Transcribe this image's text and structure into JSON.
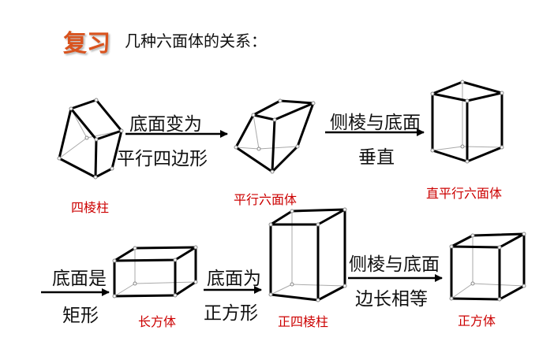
{
  "title": {
    "review": "复习",
    "subtitle": "几种六面体的关系："
  },
  "shapes": {
    "quadrangular_prism": "四棱柱",
    "parallelepiped": "平行六面体",
    "right_parallelepiped": "直平行六面体",
    "cuboid": "长方体",
    "regular_quadrangular_prism": "正四棱柱",
    "cube": "正方体"
  },
  "arrows": {
    "a1_top": "底面变为",
    "a1_bottom": "平行四边形",
    "a2_top": "侧棱与底面",
    "a2_bottom": "垂直",
    "a3_top": "底面是",
    "a3_bottom": "矩形",
    "a4_top": "底面为",
    "a4_bottom": "正方形",
    "a5_top": "侧棱与底面",
    "a5_bottom": "边长相等"
  },
  "colors": {
    "title_accent": "#d9531e",
    "shape_label": "#cc0000",
    "text": "#111111"
  }
}
